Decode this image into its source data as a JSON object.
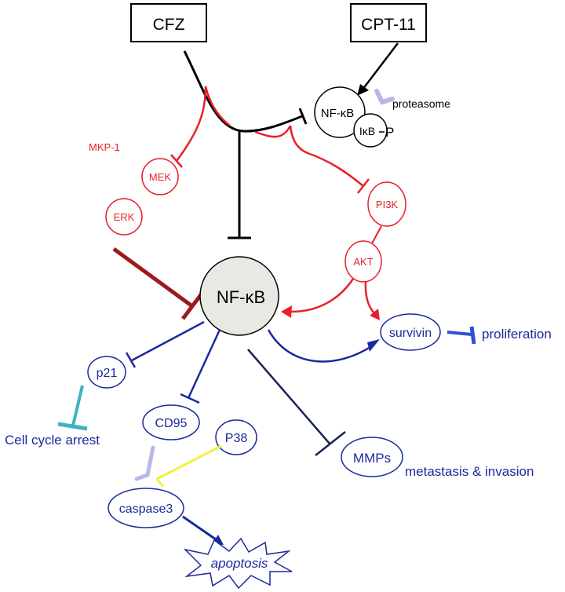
{
  "nodes": {
    "cfz": "CFZ",
    "cpt11": "CPT-11",
    "nfkb_complex": "NF-κB",
    "ikb_p": "IκB",
    "ikb_p_suffix": "P",
    "proteasome": "proteasome",
    "mkp1": "MKP-1",
    "mek": "MEK",
    "erk": "ERK",
    "pi3k": "PI3K",
    "akt": "AKT",
    "nfkb": "NF-κB",
    "survivin": "survivin",
    "proliferation": "proliferation",
    "p21": "p21",
    "cell_cycle_arrest": "Cell cycle arrest",
    "cd95": "CD95",
    "p38": "P38",
    "caspase3": "caspase3",
    "apoptosis": "apoptosis",
    "mmps": "MMPs",
    "metastasis": "metastasis & invasion"
  },
  "colors": {
    "black": "#000000",
    "red": "#e8202a",
    "dark_red": "#9b1b1b",
    "navy": "#1a2a9c",
    "dark_navy": "#1c2355",
    "teal": "#3fb3c0",
    "yellow": "#f2f23a",
    "lavender": "#b8b8e8",
    "node_fill": "#e9e9e4"
  }
}
